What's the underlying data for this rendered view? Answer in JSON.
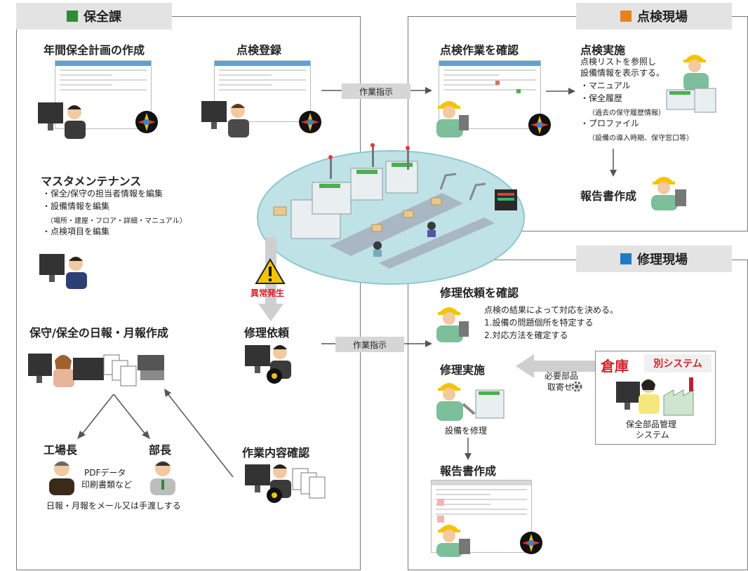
{
  "sections": {
    "hozen": {
      "label": "保全課",
      "color": "#2e8b3a"
    },
    "tenken": {
      "label": "点検現場",
      "color": "#e8821e"
    },
    "shuri": {
      "label": "修理現場",
      "color": "#1f7cc1"
    }
  },
  "left": {
    "annual_plan": "年間保全計画の作成",
    "inspection_register": "点検登録",
    "master": {
      "title": "マスタメンテナンス",
      "items": [
        "・保全/保守の担当者情報を編集",
        "・設備情報を編集",
        "（場所・建屋・フロア・詳細・マニュアル）",
        "・点検項目を編集"
      ]
    },
    "report": "保守/保全の日報・月報作成",
    "factory_manager": "工場長",
    "dept_manager": "部長",
    "pdf_line1": "PDFデータ",
    "pdf_line2": "印刷書類など",
    "daily_note": "日報・月報をメール又は手渡しする",
    "repair_request": "修理依頼",
    "work_check": "作業内容確認",
    "anomaly": "異常発生"
  },
  "arrows": {
    "work_instruction_1": "作業指示",
    "work_instruction_2": "作業指示"
  },
  "inspection": {
    "confirm": "点検作業を確認",
    "execute_title": "点検実施",
    "execute_lines": [
      "点検リストを参照し",
      "設備情報を表示する。",
      "・マニュアル",
      "・保全履歴",
      "（過去の保守履歴情報）",
      "・プロファイル",
      "（設備の導入時期、保守窓口等）"
    ],
    "report": "報告書作成"
  },
  "repair": {
    "confirm": "修理依頼を確認",
    "desc": [
      "点検の結果によって対応を決める。",
      "1.設備の問題個所を特定する",
      "2.対応方法を確定する"
    ],
    "execute": "修理実施",
    "fix_equipment": "設備を修理",
    "report": "報告書作成",
    "parts_line1": "必要部品",
    "parts_line2": "取寄せ",
    "warehouse": "倉庫",
    "other_system": "別システム",
    "parts_system_line1": "保全部品管理",
    "parts_system_line2": "システム"
  },
  "colors": {
    "panel_border": "#777777",
    "tag_bg": "#e3e3e3",
    "arrow_gray": "#cfcfcf",
    "anomaly_red": "#d2222a",
    "warehouse_red": "#d2222a",
    "factory_floor": "#bfe2e6"
  }
}
